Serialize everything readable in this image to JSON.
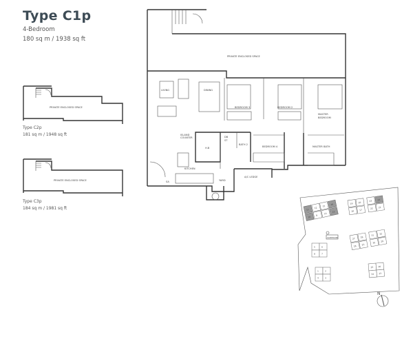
{
  "main_type": {
    "title": "Type C1p",
    "bedrooms": "4-Bedroom",
    "area": "180 sq m / 1938 sq ft"
  },
  "variants": [
    {
      "title": "Type C2p",
      "area": "181 sq m / 1948 sq ft",
      "space_label": "PRIVATE ENCLOSED SPACE"
    },
    {
      "title": "Type C3p",
      "area": "184 sq m / 1981 sq ft",
      "space_label": "PRIVATE ENCLOSED SPACE"
    }
  ],
  "floor_plan": {
    "rooms": {
      "private_space": "PRIVATE ENCLOSED SPACE",
      "living": "LIVING",
      "dining": "DINING",
      "bedroom3": "BEDROOM 3",
      "bedroom2": "BEDROOM 2",
      "master_bedroom_1": "MASTER",
      "master_bedroom_2": "BEDROOM",
      "island_counter_1": "ISLAND",
      "island_counter_2": "COUNTER",
      "hb": "H.B",
      "db": "DB",
      "st": "ST",
      "bath2": "BATH 2",
      "bedroom4": "BEDROOM 4",
      "master_bath": "MASTER BATH",
      "kitchen": "KITCHEN",
      "yard": "YARD",
      "ac_ledge": "A/C LEDGE",
      "sa": "SA"
    }
  },
  "key_plan": {
    "clubhouse": "CLUBHOUSE",
    "north": "N",
    "highlight_color": "#9a9a9a",
    "units": [
      {
        "n": "11",
        "hl": true
      },
      {
        "n": "12",
        "hl": false
      },
      {
        "n": "15",
        "hl": false
      },
      {
        "n": "16",
        "hl": true
      },
      {
        "n": "10",
        "hl": true
      },
      {
        "n": "9",
        "hl": false
      },
      {
        "n": "14",
        "hl": false
      },
      {
        "n": "13",
        "hl": true
      },
      {
        "n": "19",
        "hl": false
      },
      {
        "n": "20",
        "hl": false
      },
      {
        "n": "23",
        "hl": false
      },
      {
        "n": "24",
        "hl": true
      },
      {
        "n": "18",
        "hl": false
      },
      {
        "n": "17",
        "hl": false
      },
      {
        "n": "22",
        "hl": false
      },
      {
        "n": "21",
        "hl": false
      },
      {
        "n": "27",
        "hl": false
      },
      {
        "n": "28",
        "hl": false
      },
      {
        "n": "31",
        "hl": false
      },
      {
        "n": "32",
        "hl": false
      },
      {
        "n": "26",
        "hl": false
      },
      {
        "n": "25",
        "hl": false
      },
      {
        "n": "30",
        "hl": false
      },
      {
        "n": "29",
        "hl": false
      },
      {
        "n": "5",
        "hl": false
      },
      {
        "n": "6",
        "hl": false
      },
      {
        "n": "8",
        "hl": false
      },
      {
        "n": "7",
        "hl": false
      },
      {
        "n": "1",
        "hl": false
      },
      {
        "n": "2",
        "hl": false
      },
      {
        "n": "4",
        "hl": false
      },
      {
        "n": "3",
        "hl": false
      },
      {
        "n": "35",
        "hl": false
      },
      {
        "n": "36",
        "hl": false
      },
      {
        "n": "34",
        "hl": false
      },
      {
        "n": "33",
        "hl": false
      }
    ]
  }
}
